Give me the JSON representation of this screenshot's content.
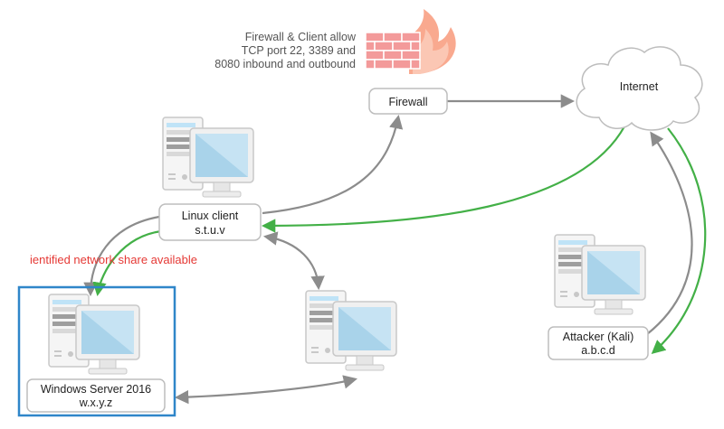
{
  "firewall": {
    "note_lines": [
      "Firewall & Client allow",
      "TCP port 22, 3389 and",
      "8080 inbound and outbound"
    ],
    "label": "Firewall"
  },
  "internet": {
    "label": "Internet"
  },
  "linux_client": {
    "name": "Linux client",
    "address": "s.t.u.v"
  },
  "windows_server": {
    "name": "Windows Server 2016",
    "address": "w.x.y.z"
  },
  "attacker": {
    "name": "Attacker (Kali)",
    "address": "a.b.c.d"
  },
  "annotation": "ientified network share available",
  "colors": {
    "normal_link": "#8c8c8c",
    "attack_link": "#43b047",
    "highlight_border": "#2f86c9",
    "annotation": "#e53935",
    "firewall_brick": "#f39a9a"
  }
}
